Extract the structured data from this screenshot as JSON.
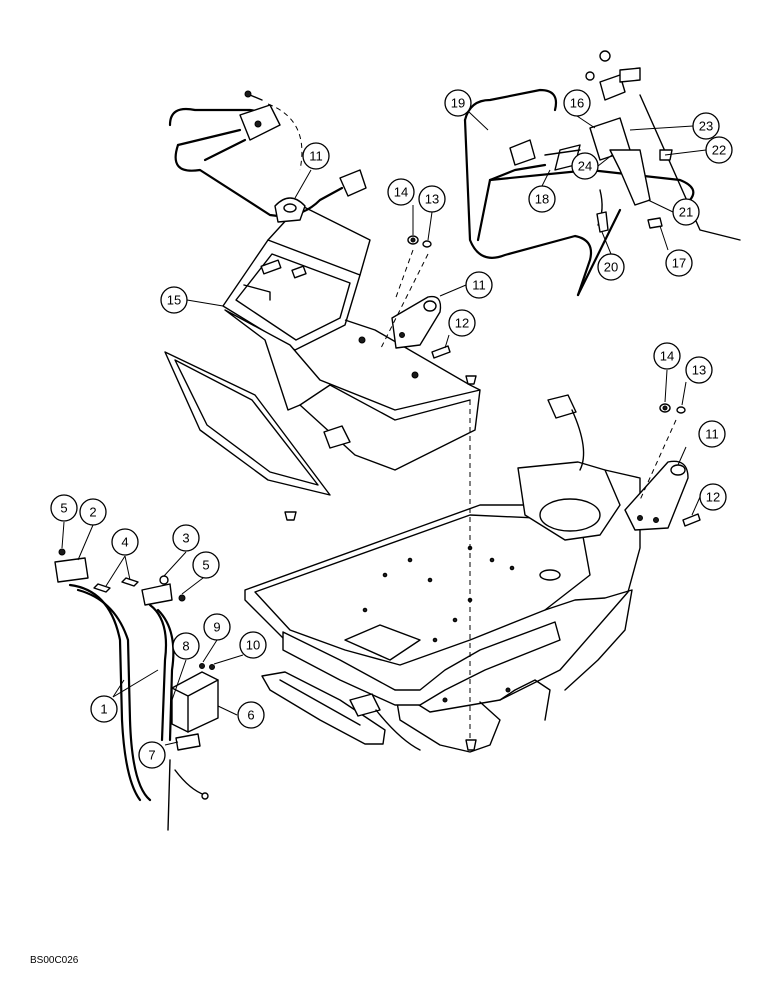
{
  "figure_code": "BS00C026",
  "callouts": [
    "19",
    "16",
    "23",
    "22",
    "24",
    "18",
    "21",
    "20",
    "17",
    "11",
    "14",
    "13",
    "15",
    "11",
    "12",
    "14",
    "13",
    "11",
    "12",
    "5",
    "2",
    "3",
    "4",
    "5",
    "8",
    "9",
    "10",
    "1",
    "6",
    "7"
  ]
}
